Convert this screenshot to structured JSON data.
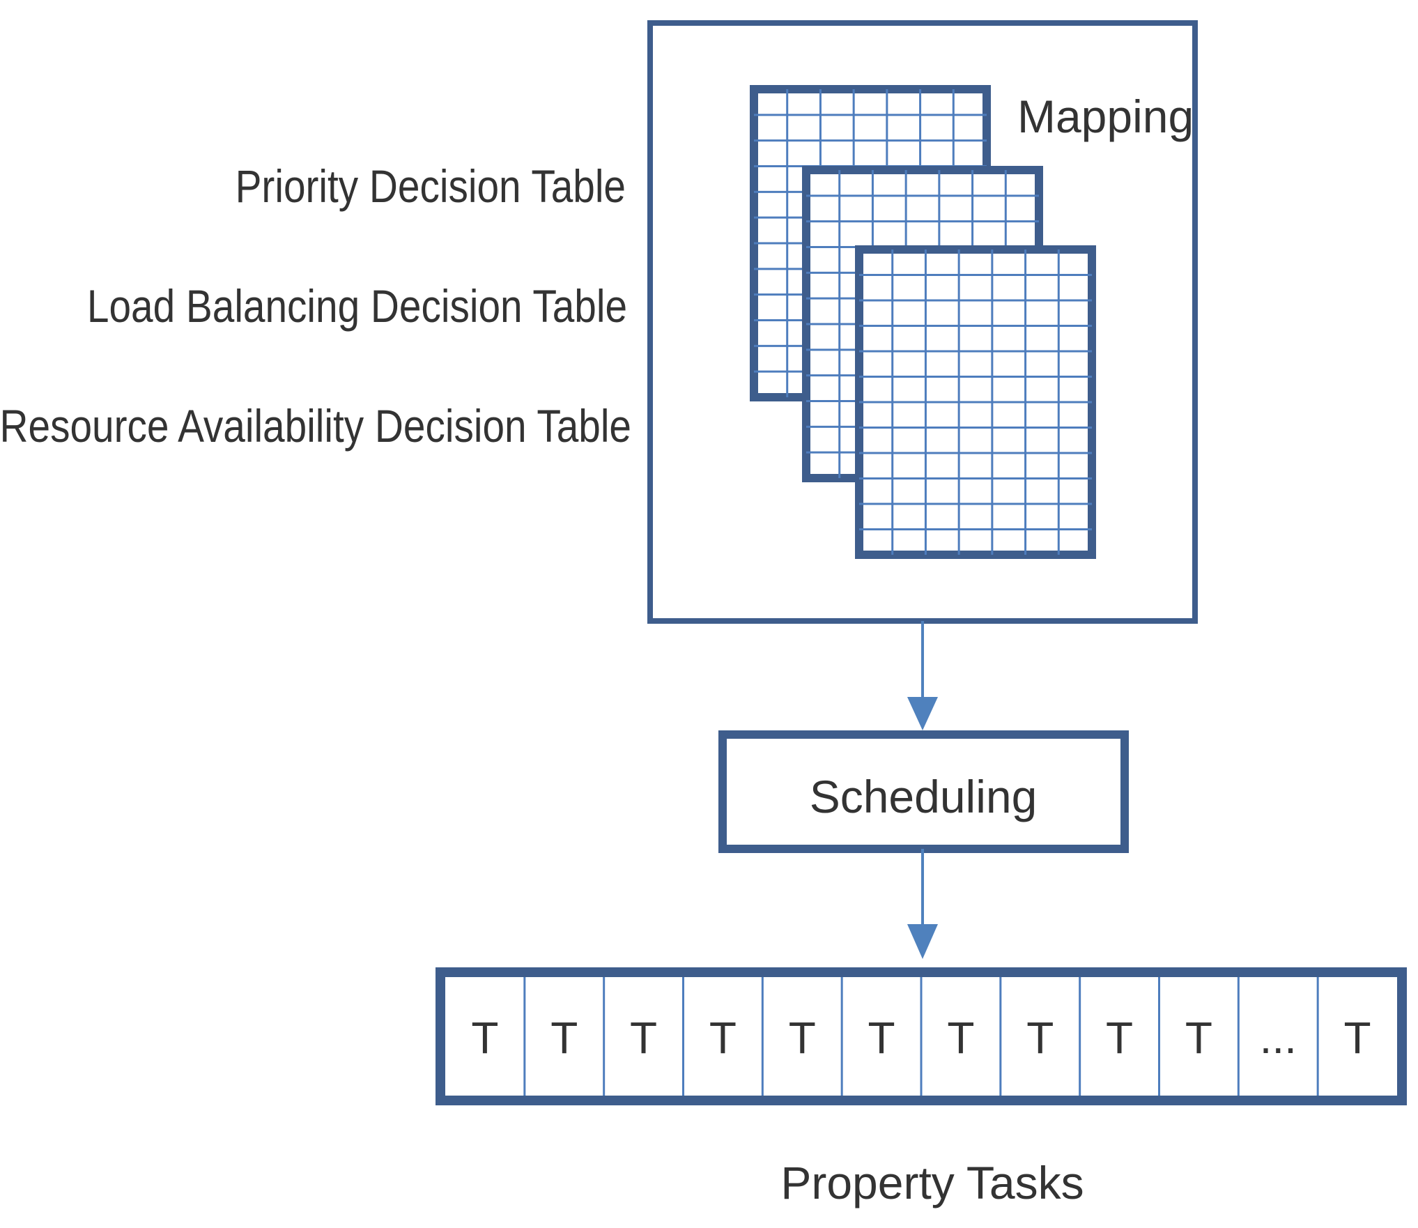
{
  "decision_tables": [
    "Priority Decision Table",
    "Load Balancing Decision Table",
    "Resource Availability Decision Table"
  ],
  "mapping_label": "Mapping",
  "scheduling_label": "Scheduling",
  "task_cells": [
    "T",
    "T",
    "T",
    "T",
    "T",
    "T",
    "T",
    "T",
    "T",
    "T",
    "...",
    "T"
  ],
  "tasks_label": "Property Tasks",
  "colors": {
    "dark_border": "#3e5d8c",
    "grid_line": "#4e7dbd",
    "arrow": "#4f81bd",
    "text": "#333333"
  }
}
